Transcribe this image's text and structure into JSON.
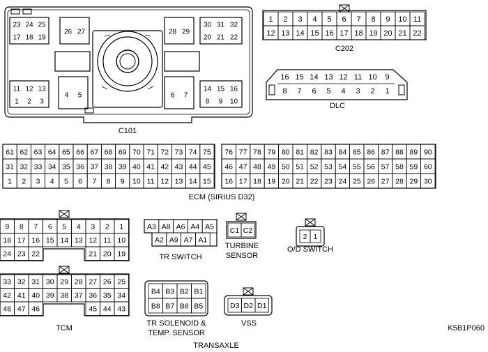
{
  "labels": {
    "c101": "C101",
    "c202": "C202",
    "dlc": "DLC",
    "ecm": "ECM (SIRIUS D32)",
    "tr_switch": "TR SWITCH",
    "turbine_line1": "TURBINE",
    "turbine_line2": "SENSOR",
    "od_switch": "O/D SWITCH",
    "tcm": "TCM",
    "solenoid_line1": "TR SOLENOID &",
    "solenoid_line2": "TEMP. SENSOR",
    "vss": "VSS",
    "transaxle": "TRANSAXLE",
    "figure_code": "K5B1P060"
  },
  "connectors": {
    "c101": {
      "left_top_group": [
        [
          "23",
          "24",
          "25"
        ],
        [
          "17",
          "18",
          "19"
        ]
      ],
      "left_mid_pair": [
        "26",
        "27"
      ],
      "right_top_pair": [
        "28",
        "29"
      ],
      "right_top_group": [
        [
          "30",
          "31",
          "32"
        ],
        [
          "20",
          "21",
          "22"
        ]
      ],
      "left_bottom_group": [
        [
          "11",
          "12",
          "13"
        ],
        [
          "1",
          "2",
          "3"
        ]
      ],
      "left_bottom_pair": [
        "4",
        "5"
      ],
      "right_bottom_pair": [
        "6",
        "7"
      ],
      "right_bottom_group": [
        [
          "14",
          "15",
          "16"
        ],
        [
          "8",
          "9",
          "10"
        ]
      ]
    },
    "c202": [
      [
        "1",
        "2",
        "3",
        "4",
        "5",
        "6",
        "7",
        "8",
        "9",
        "10",
        "11"
      ],
      [
        "12",
        "13",
        "14",
        "15",
        "16",
        "17",
        "18",
        "19",
        "20",
        "21",
        "22"
      ]
    ],
    "dlc": [
      [
        "16",
        "15",
        "14",
        "13",
        "12",
        "11",
        "10",
        "9"
      ],
      [
        "8",
        "7",
        "6",
        "5",
        "4",
        "3",
        "2",
        "1"
      ]
    ],
    "ecm_left": [
      [
        "61",
        "62",
        "63",
        "64",
        "65",
        "66",
        "67",
        "68",
        "69",
        "70",
        "71",
        "72",
        "73",
        "74",
        "75"
      ],
      [
        "31",
        "32",
        "33",
        "34",
        "35",
        "36",
        "37",
        "38",
        "39",
        "40",
        "41",
        "42",
        "43",
        "44",
        "45"
      ],
      [
        "1",
        "2",
        "3",
        "4",
        "5",
        "6",
        "7",
        "8",
        "9",
        "10",
        "11",
        "12",
        "13",
        "14",
        "15"
      ]
    ],
    "ecm_right": [
      [
        "76",
        "77",
        "78",
        "79",
        "80",
        "81",
        "82",
        "83",
        "84",
        "85",
        "86",
        "87",
        "88",
        "89",
        "90"
      ],
      [
        "46",
        "47",
        "48",
        "49",
        "50",
        "51",
        "52",
        "53",
        "54",
        "55",
        "56",
        "57",
        "58",
        "59",
        "60"
      ],
      [
        "16",
        "17",
        "18",
        "19",
        "20",
        "21",
        "22",
        "23",
        "24",
        "25",
        "26",
        "27",
        "28",
        "29",
        "30"
      ]
    ],
    "tcm_upper": [
      [
        "9",
        "8",
        "7",
        "6",
        "5",
        "4",
        "3",
        "2",
        "1"
      ],
      [
        "18",
        "17",
        "16",
        "15",
        "14",
        "13",
        "12",
        "11",
        "10"
      ],
      [
        "24",
        "23",
        "22",
        "",
        "",
        "",
        "21",
        "20",
        "19"
      ]
    ],
    "tcm_lower": [
      [
        "33",
        "32",
        "31",
        "30",
        "29",
        "28",
        "27",
        "26",
        "25"
      ],
      [
        "42",
        "41",
        "40",
        "39",
        "38",
        "37",
        "36",
        "35",
        "34"
      ],
      [
        "48",
        "47",
        "46",
        "",
        "",
        "",
        "45",
        "44",
        "43"
      ]
    ],
    "tr_switch": [
      [
        "A3",
        "A8",
        "A6",
        "A4",
        "A5"
      ],
      [
        "A2",
        "A9",
        "A7",
        "A1"
      ]
    ],
    "turbine_sensor": [
      "C1",
      "C2"
    ],
    "od_switch": [
      "2",
      "1"
    ],
    "tr_solenoid": [
      [
        "B4",
        "B3",
        "B2",
        "B1"
      ],
      [
        "B8",
        "B7",
        "B6",
        "B5"
      ]
    ],
    "vss": [
      "D3",
      "D2",
      "D1"
    ]
  }
}
